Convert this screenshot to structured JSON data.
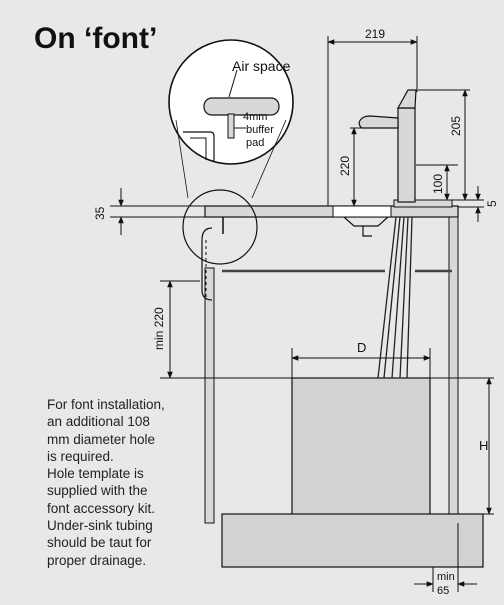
{
  "title": "On ‘font’",
  "callout": {
    "air_space": "Air space",
    "pad_line1": "4mm",
    "pad_line2": "buffer",
    "pad_line3": "pad"
  },
  "dimensions": {
    "width_top": "219",
    "tap_height": "205",
    "spout_height": "220",
    "font_base": "100",
    "benchtop_right": "5",
    "benchtop_left": "35",
    "min_clearance": "min 220",
    "cabinet_depth": "D",
    "cabinet_height": "H",
    "min_side_line1": "min",
    "min_side_line2": "65"
  },
  "note_lines": [
    "For font installation,",
    "an additional 108",
    "mm diameter hole",
    "is required.",
    "Hole template is",
    "supplied with the",
    "font accessory kit.",
    "Under-sink tubing",
    "should be taut for",
    "proper drainage."
  ]
}
